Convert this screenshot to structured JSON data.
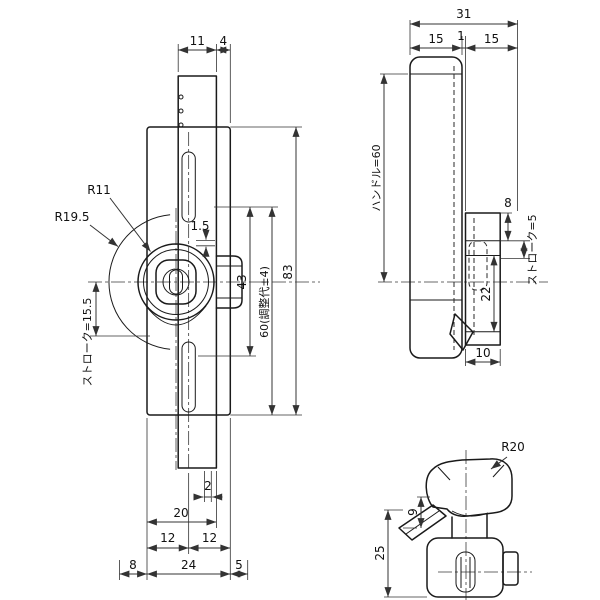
{
  "drawing": {
    "kind": "technical-dimensioned-drawing",
    "background": "#ffffff",
    "line_color": "#1a1a1a",
    "front_view": {
      "dims": {
        "w11": "11",
        "w4": "4",
        "r_cam": "R11",
        "r_swing": "R19.5",
        "off15": "1.5",
        "h43": "43",
        "h60": "60(調整代±4)",
        "h83": "83",
        "stroke": "ストローク=15.5",
        "off2": "2",
        "w20": "20",
        "w12a": "12",
        "w12b": "12",
        "w8": "8",
        "w24": "24",
        "w5": "5"
      }
    },
    "side_view": {
      "dims": {
        "w31": "31",
        "w15a": "15",
        "w1": "1",
        "w15b": "15",
        "handle": "ハンドル=60",
        "stroke": "ストローク=5",
        "h8": "8",
        "h22": "22",
        "w10": "10"
      }
    },
    "bottom_view": {
      "dims": {
        "r20": "R20",
        "h9": "9",
        "h25": "25"
      }
    }
  }
}
